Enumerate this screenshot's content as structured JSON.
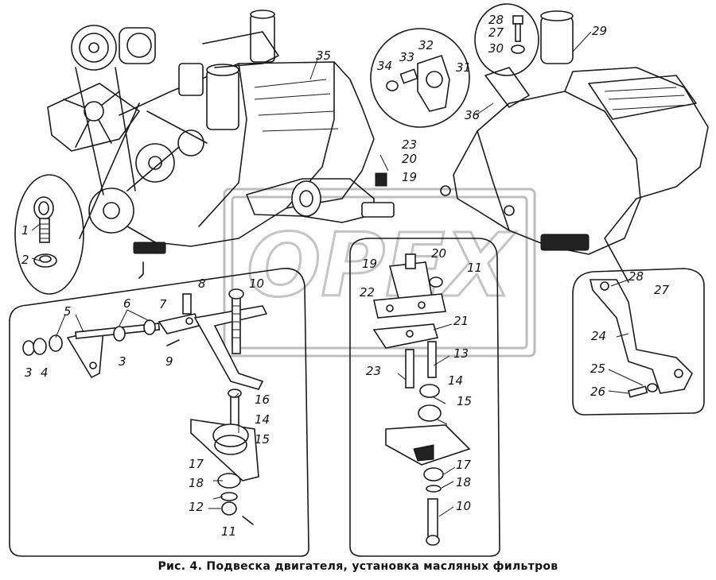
{
  "caption": {
    "prefix": "Рис. 4.",
    "title": "Подвеска двигателя, установка масляных фильтров"
  },
  "watermark": {
    "text": "OPEX"
  },
  "callouts": {
    "c35": "35",
    "c1": "1",
    "c2": "2",
    "c28a": "28",
    "c27a": "27",
    "c30": "30",
    "c29": "29",
    "c32": "32",
    "c33": "33",
    "c34": "34",
    "c31": "31",
    "c36": "36",
    "c23a": "23",
    "c20a": "20",
    "c19a": "19",
    "c5": "5",
    "c6": "6",
    "c7": "7",
    "c8": "8",
    "c10a": "10",
    "c3a": "3",
    "c4": "4",
    "c3b": "3",
    "c9": "9",
    "c16": "16",
    "c14a": "14",
    "c15a": "15",
    "c17a": "17",
    "c18a": "18",
    "c12": "12",
    "c11a": "11",
    "c19b": "19",
    "c20b": "20",
    "c11b": "11",
    "c22": "22",
    "c21": "21",
    "c13": "13",
    "c23b": "23",
    "c14b": "14",
    "c15b": "15",
    "c17b": "17",
    "c18b": "18",
    "c10b": "10",
    "c28b": "28",
    "c27b": "27",
    "c24": "24",
    "c25": "25",
    "c26": "26"
  }
}
